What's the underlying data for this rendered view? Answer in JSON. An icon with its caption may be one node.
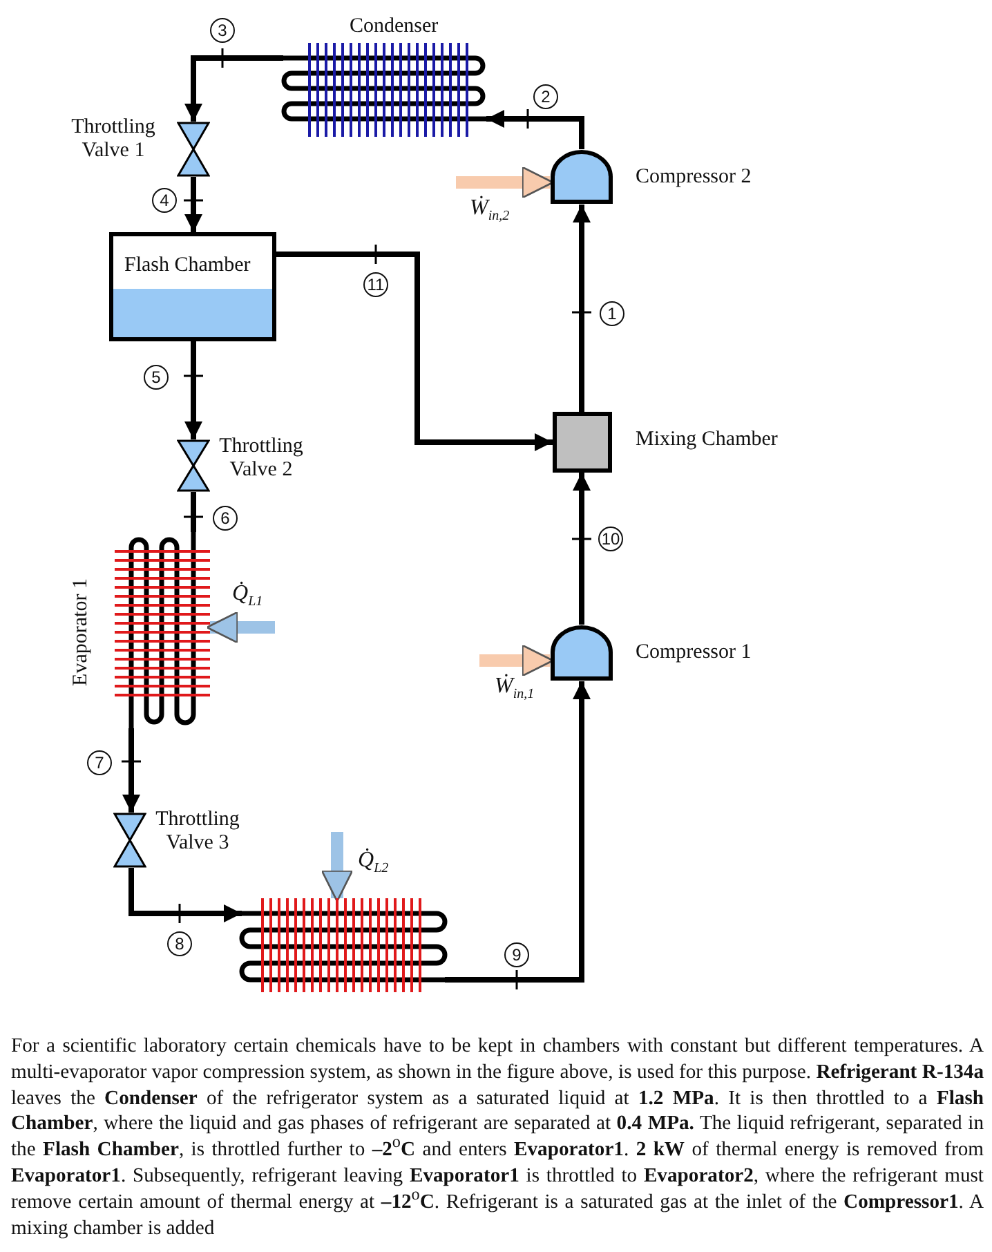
{
  "diagram": {
    "nodes": [
      {
        "text": [
          "Condenser"
        ]
      },
      {
        "text": [
          "Throttling Valve 1"
        ]
      },
      {
        "text": [
          "Flash Chamber"
        ]
      },
      {
        "text": [
          "Throttling Valve 2"
        ]
      },
      {
        "text": [
          "Evaporator 1"
        ]
      },
      {
        "text": [
          "Throttling Valve 3"
        ]
      },
      {
        "text": [],
        "shape": "coil"
      },
      {
        "text": [
          "Compressor 1"
        ]
      },
      {
        "text": [
          "Mixing Chamber"
        ]
      },
      {
        "text": [
          "Compressor 2"
        ]
      }
    ],
    "edges": [
      {
        "from": 0,
        "to": 1,
        "arrow": "to",
        "label": "3"
      },
      {
        "from": 1,
        "to": 2,
        "arrow": "to",
        "label": "4"
      },
      {
        "from": 2,
        "to": 3,
        "arrow": "to",
        "label": "5"
      },
      {
        "from": 3,
        "to": 4,
        "arrow": "none",
        "label": "6"
      },
      {
        "from": 4,
        "to": 5,
        "arrow": "to",
        "label": "7"
      },
      {
        "from": 5,
        "to": 6,
        "arrow": "to",
        "label": "8"
      },
      {
        "from": 6,
        "to": 7,
        "arrow": "to",
        "label": "9"
      },
      {
        "from": 7,
        "to": 8,
        "arrow": "to",
        "label": "10"
      },
      {
        "from": 2,
        "to": 8,
        "arrow": "to",
        "label": "11"
      },
      {
        "from": 8,
        "to": 9,
        "arrow": "to",
        "label": "1"
      },
      {
        "from": 9,
        "to": 0,
        "arrow": "to",
        "label": "2"
      },
      {
        "from": null,
        "to": 4,
        "arrow": "to",
        "label": "Q̇$_{L1}$",
        "style": "thick",
        "color": "#9dc3e6"
      },
      {
        "from": null,
        "to": 6,
        "arrow": "to",
        "label": "Q̇$_{L2}$",
        "style": "thick",
        "color": "#9dc3e6"
      },
      {
        "from": null,
        "to": 9,
        "arrow": "to",
        "label": "Ẇ$_{in,2}$",
        "style": "thick",
        "color": "#f8cbad"
      },
      {
        "from": null,
        "to": 7,
        "arrow": "to",
        "label": "Ẇ$_{in,1}$",
        "style": "thick",
        "color": "#f8cbad"
      }
    ],
    "caption": "For a scientific laboratory certain chemicals have to be kept in chambers with constant but different temperatures. A multi-evaporator vapor compression system, as shown in the figure above, is used for this purpose. **Refrigerant R-134a** leaves the **Condenser** of the refrigerator system as a saturated liquid at **1.2 MPa**. It is then throttled to a **Flash Chamber**, where the liquid and gas phases of refrigerant are separated at **0.4 MPa.** The liquid refrigerant, separated in the **Flash Chamber**, is throttled further to **–2**$^{o}$**C** and enters **Evaporator1**. **2 kW** of thermal energy is removed from **Evaporator1**. Subsequently, refrigerant leaving **Evaporator1** is throttled to **Evaporator2**, where the refrigerant must remove certain amount of thermal energy at **–12**$^{o}$**C**. Refrigerant is a saturated gas at the inlet of the **Compressor1**. A mixing chamber is added"
  }
}
